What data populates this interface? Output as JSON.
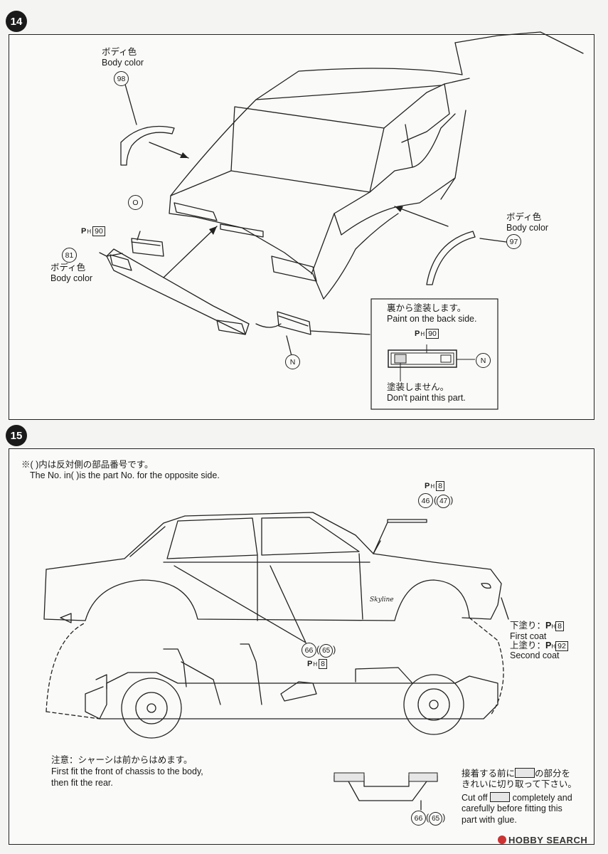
{
  "step14": {
    "number": "14",
    "body_color_jp_1": "ボディ色",
    "body_color_en_1": "Body color",
    "part_98": "98",
    "body_color_jp_2": "ボディ色",
    "body_color_en_2": "Body color",
    "part_97": "97",
    "marker_O": "O",
    "ph_label_1": "H",
    "ph_num_1": "90",
    "part_81": "81",
    "body_color_jp_3": "ボディ色",
    "body_color_en_3": "Body color",
    "marker_N": "N",
    "callout": {
      "jp_1": "裏から塗装します。",
      "en_1": "Paint on the back side.",
      "ph_label": "H",
      "ph_num": "90",
      "marker_N": "N",
      "jp_2": "塗装しません。",
      "en_2": "Don't paint this part."
    }
  },
  "step15": {
    "number": "15",
    "note_jp": "※(  )内は反対側の部品番号です。",
    "note_en": "The No. in(  )is the part No. for the opposite side.",
    "ph_top_label": "H",
    "ph_top_num": "8",
    "part_46": "46",
    "part_47": "47",
    "part_66": "66",
    "part_65": "65",
    "ph_mid_label": "H",
    "ph_mid_num": "8",
    "first_coat_jp": "下塗り：",
    "first_coat_ph": "8",
    "first_coat_en": "First coat",
    "second_coat_jp": "上塗り：",
    "second_coat_ph": "92",
    "second_coat_en": "Second coat",
    "chassis_jp": "注意：シャーシは前からはめます。",
    "chassis_en_1": "First fit the front of chassis to the body,",
    "chassis_en_2": "then fit the rear.",
    "bottom_part_66": "66",
    "bottom_part_65": "65",
    "cut_jp_a": "接着する前に",
    "cut_jp_b": "の部分を",
    "cut_jp_2": "きれいに切り取って下さい。",
    "cut_en_a": "Cut off",
    "cut_en_b": "completely and",
    "cut_en_2": "carefully before fitting this",
    "cut_en_3": "part with glue.",
    "script_badge": "Skyline"
  },
  "watermark": "HOBBY SEARCH"
}
